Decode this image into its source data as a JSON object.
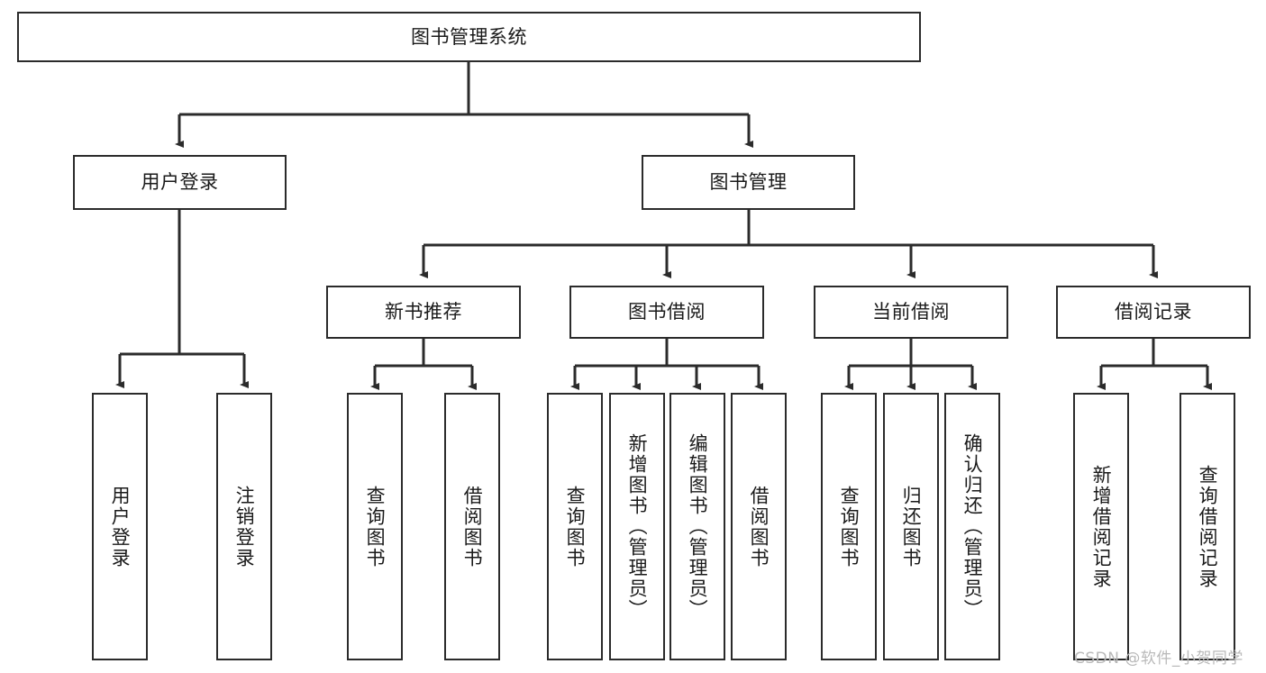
{
  "diagram": {
    "title": "图书管理系统",
    "type": "tree-hierarchy-chart",
    "nodes": {
      "root": {
        "label": "图书管理系统"
      },
      "level2": [
        {
          "label": "用户登录"
        },
        {
          "label": "图书管理"
        }
      ],
      "level3": [
        {
          "label": "新书推荐"
        },
        {
          "label": "图书借阅"
        },
        {
          "label": "当前借阅"
        },
        {
          "label": "借阅记录"
        }
      ],
      "leaves_user_login": [
        {
          "label": "用户登录"
        },
        {
          "label": "注销登录"
        }
      ],
      "leaves_new_book": [
        {
          "label": "查询图书"
        },
        {
          "label": "借阅图书"
        }
      ],
      "leaves_borrow": [
        {
          "label": "查询图书"
        },
        {
          "label": "新增图书（管理员）"
        },
        {
          "label": "编辑图书（管理员）"
        },
        {
          "label": "借阅图书"
        }
      ],
      "leaves_current": [
        {
          "label": "查询图书"
        },
        {
          "label": "归还图书"
        },
        {
          "label": "确认归还（管理员）"
        }
      ],
      "leaves_records": [
        {
          "label": "新增借阅记录"
        },
        {
          "label": "查询借阅记录"
        }
      ]
    }
  },
  "watermark": {
    "text": "CSDN @软件_小贺同学"
  },
  "colors": {
    "stroke": "#2b2b2b",
    "background": "#ffffff",
    "text": "#1a1a1a",
    "watermark": "#b9b9b9"
  }
}
